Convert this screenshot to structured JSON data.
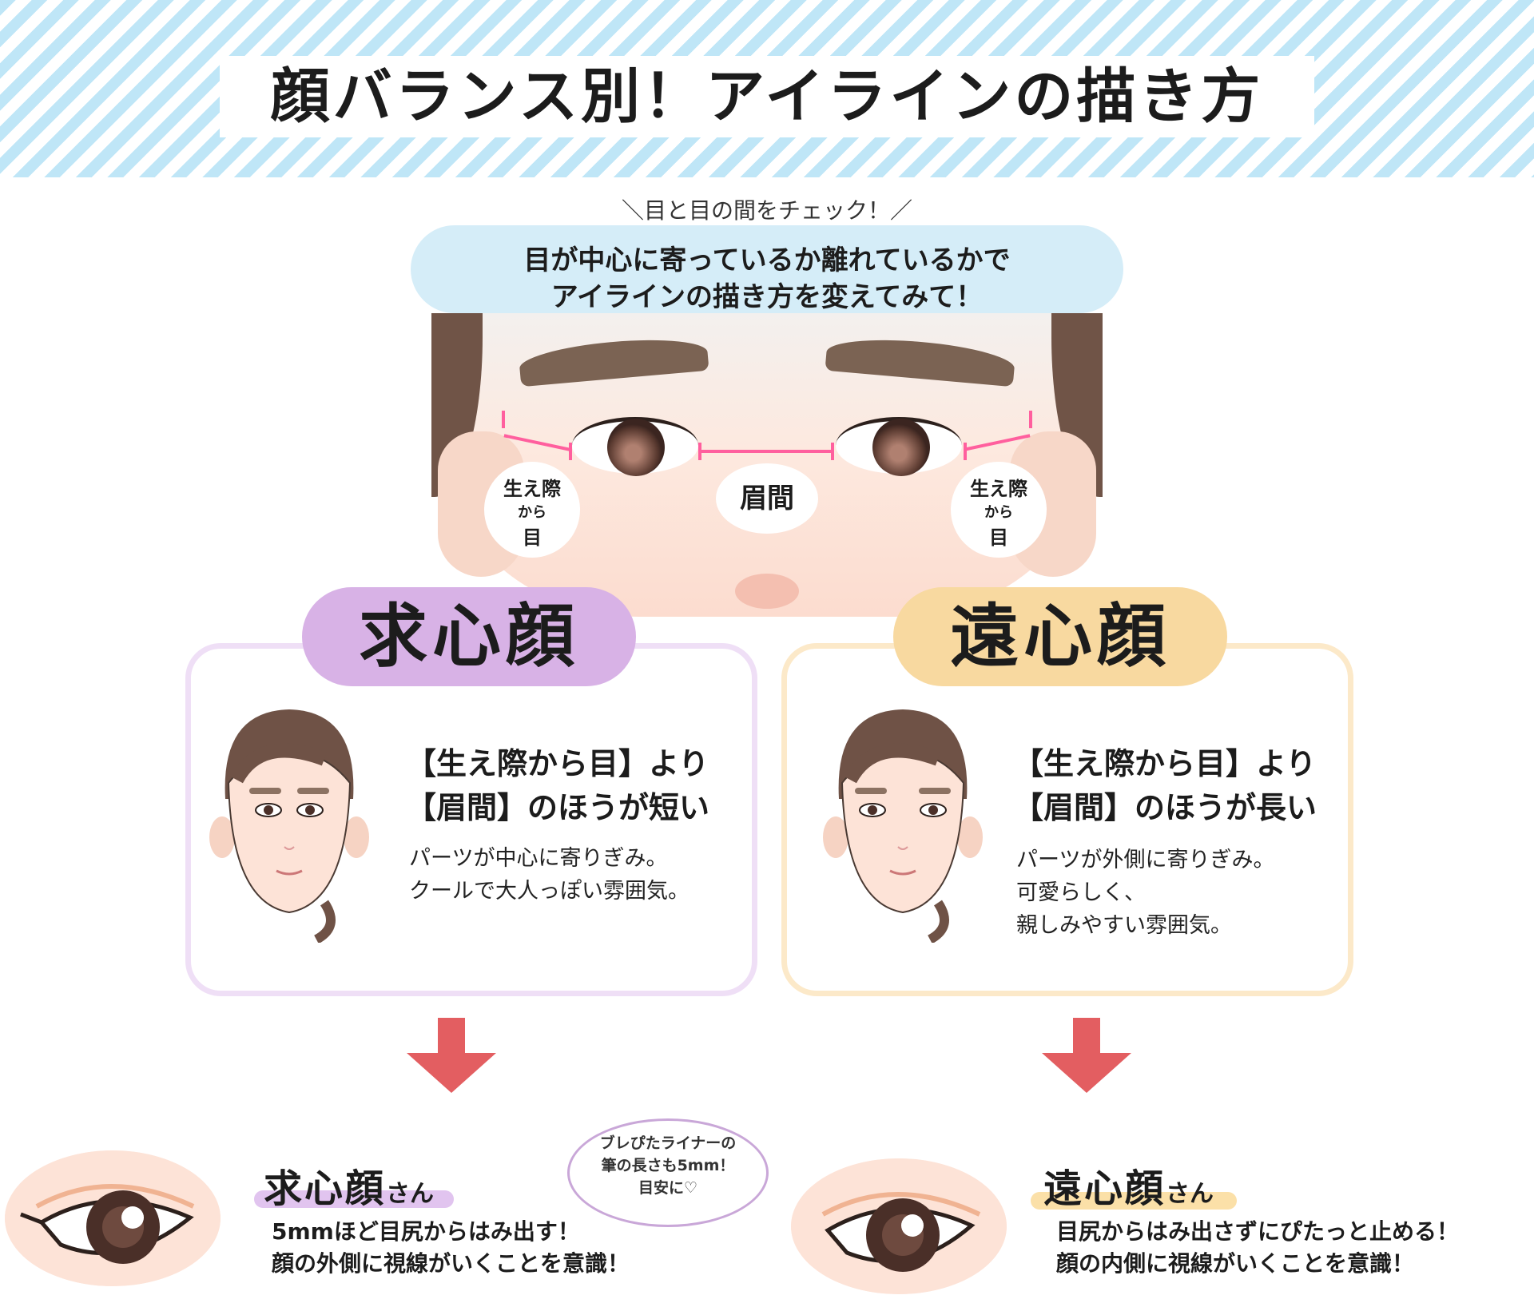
{
  "header": {
    "title": "顔バランス別！アイラインの描き方"
  },
  "intro": {
    "check_label": "＼目と目の間をチェック！／",
    "line1": "目が中心に寄っているか離れているかで",
    "line2": "アイラインの描き方を変えてみて！"
  },
  "diagram": {
    "label_left": [
      "生え際",
      "から",
      "目"
    ],
    "label_center": "眉間",
    "label_right": [
      "生え際",
      "から",
      "目"
    ],
    "measure_color": "#ff5f9e"
  },
  "panels": {
    "left": {
      "title": "求心顔",
      "heading1": "【生え際から目】より",
      "heading2": "【眉間】のほうが短い",
      "desc1": "パーツが中心に寄りぎみ。",
      "desc2": "クールで大人っぽい雰囲気。",
      "accent": "#d8b2e6"
    },
    "right": {
      "title": "遠心顔",
      "heading1": "【生え際から目】より",
      "heading2": "【眉間】のほうが長い",
      "desc1": "パーツが外側に寄りぎみ。",
      "desc2": "可愛らしく、",
      "desc3": "親しみやすい雰囲気。",
      "accent": "#f8d9a0"
    }
  },
  "bottom": {
    "left": {
      "title": "求心顔",
      "suffix": "さん",
      "line1": "5mmほど目尻からはみ出す！",
      "line2": "顔の外側に視線がいくことを意識！",
      "tip": [
        "ブレぴたライナーの",
        "筆の長さも5mm！",
        "目安に♡"
      ]
    },
    "right": {
      "title": "遠心顔",
      "suffix": "さん",
      "line1": "目尻からはみ出さずにぴたっと止める！",
      "line2": "顔の内側に視線がいくことを意識！"
    }
  },
  "colors": {
    "stripe": "#bfe6f7",
    "intro_bubble": "#d5edf8",
    "arrow": "#e35e61"
  }
}
